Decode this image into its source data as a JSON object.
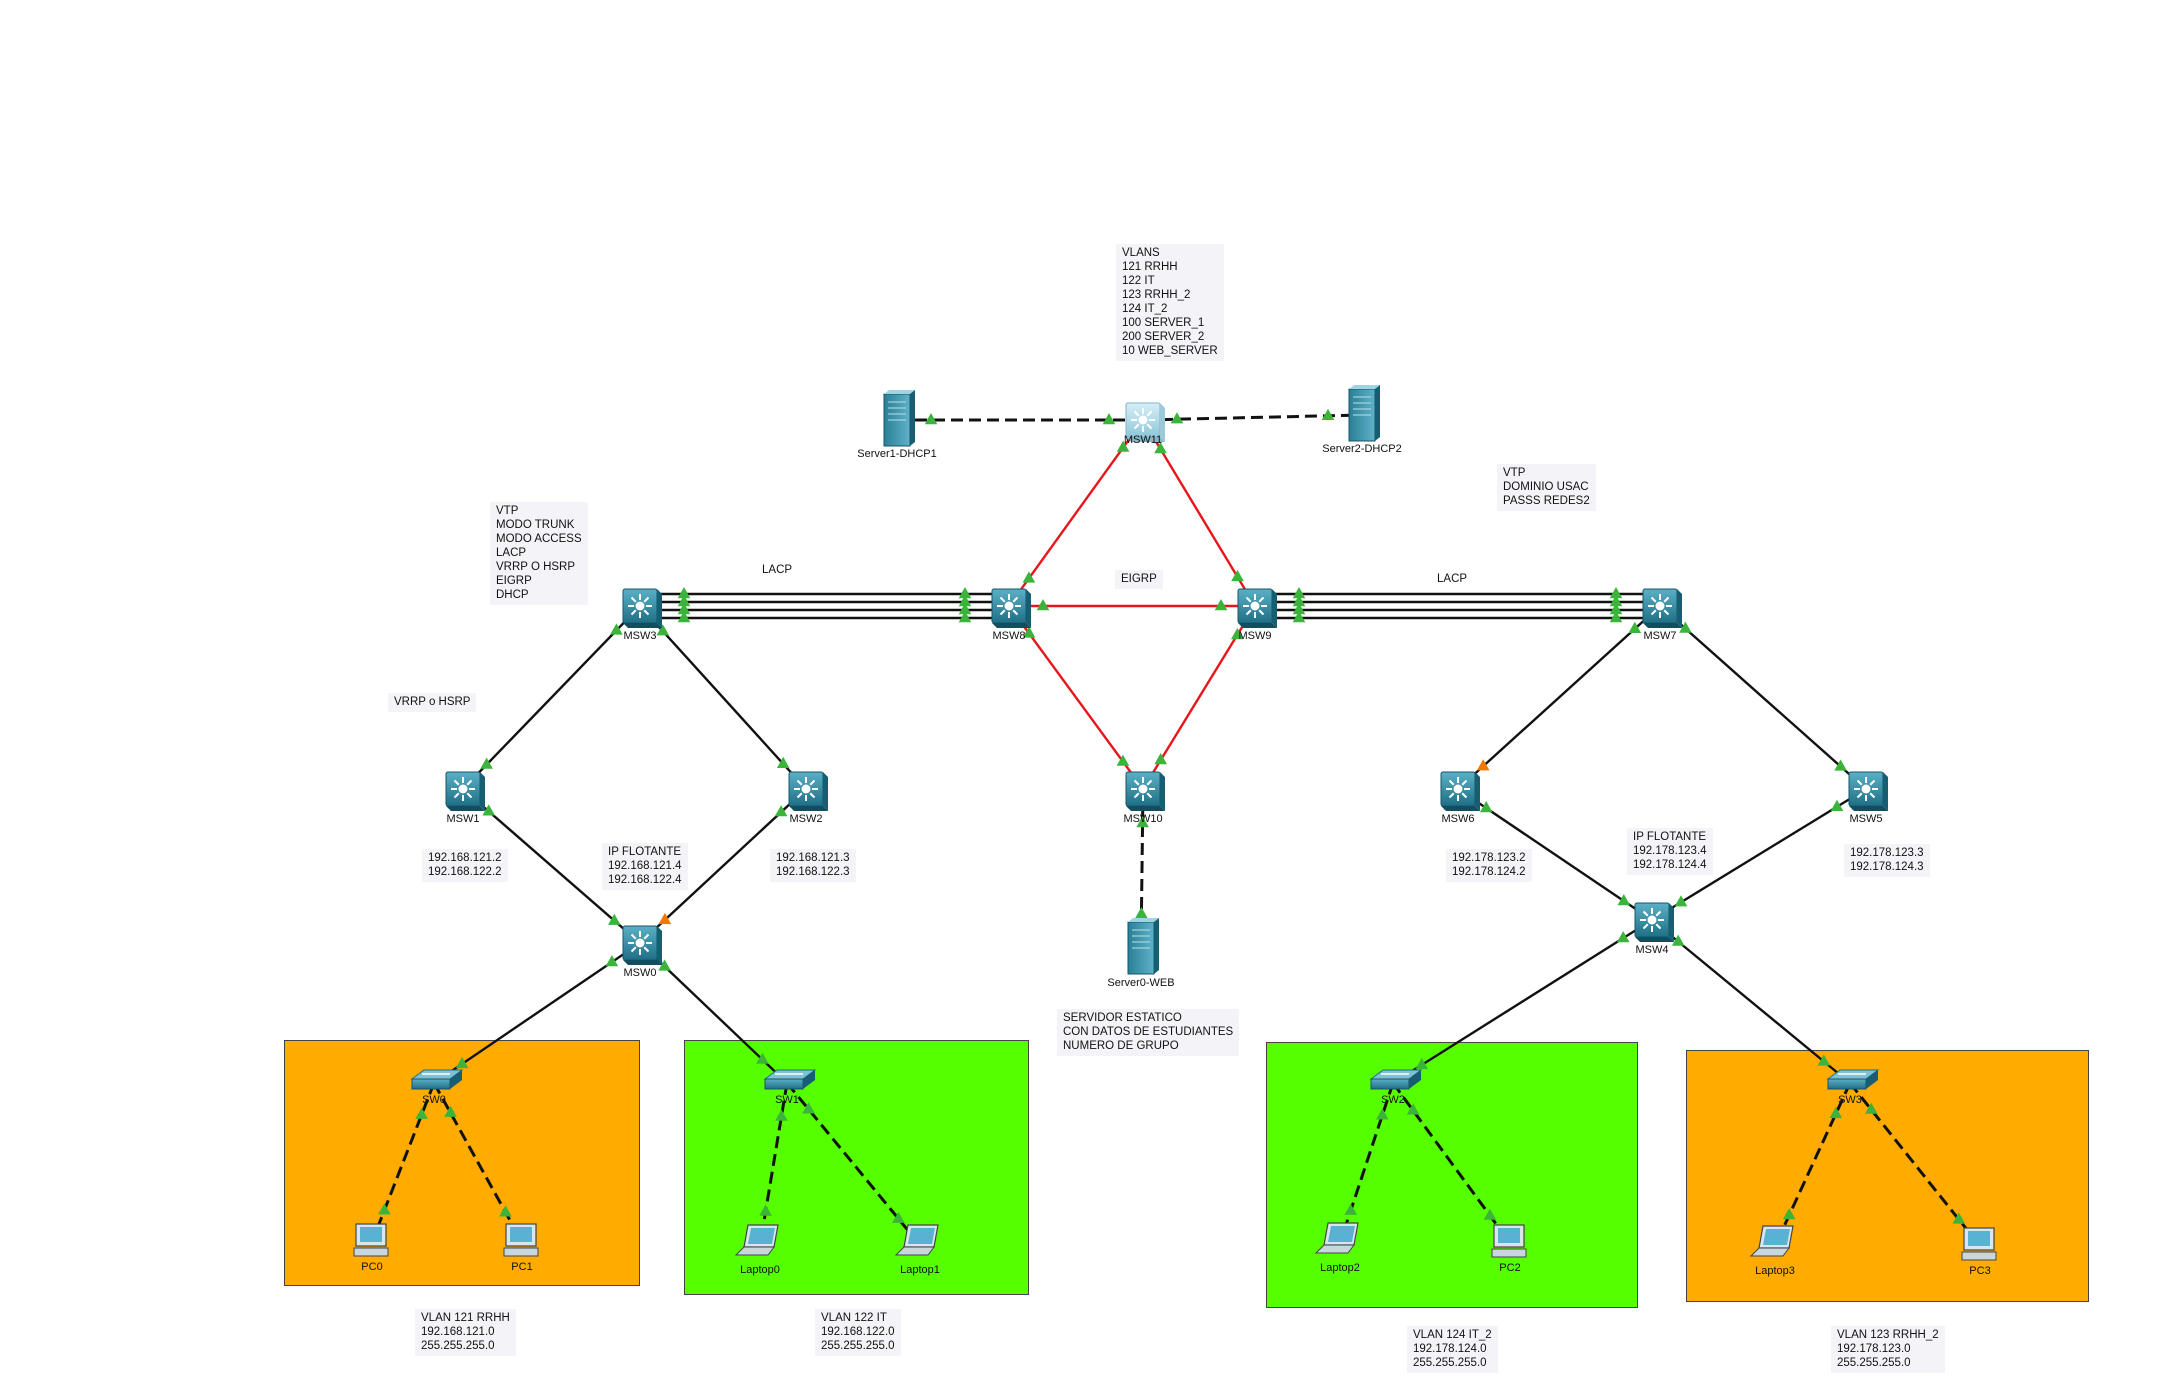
{
  "notes": {
    "vlans": "VLANS\n121 RRHH\n122 IT\n123 RRHH_2\n124 IT_2\n100 SERVER_1\n200 SERVER_2\n10 WEB_SERVER",
    "vtp_left": "VTP\nMODO TRUNK\nMODO ACCESS\nLACP\nVRRP O HSRP\nEIGRP\nDHCP",
    "vtp_right": "VTP\nDOMINIO USAC\nPASSS REDES2",
    "lacp_left": "LACP",
    "lacp_right": "LACP",
    "eigrp": "EIGRP",
    "vrrp_hsrp": "VRRP o HSRP",
    "msw1_ips": "192.168.121.2\n192.168.122.2",
    "float_left": "IP FLOTANTE\n192.168.121.4\n192.168.122.4",
    "msw2_ips": "192.168.121.3\n192.168.122.3",
    "msw6_ips": "192.178.123.2\n192.178.124.2",
    "float_right": "IP FLOTANTE\n192.178.123.4\n192.178.124.4",
    "msw5_ips": "192.178.123.3\n192.178.124.3",
    "server_note": "SERVIDOR ESTATICO\nCON DATOS DE ESTUDIANTES\nNUMERO DE GRUPO",
    "vlan121": "VLAN 121 RRHH\n192.168.121.0\n255.255.255.0",
    "vlan122": "VLAN 122 IT\n192.168.122.0\n255.255.255.0",
    "vlan124": "VLAN 124 IT_2\n192.178.124.0\n255.255.255.0",
    "vlan123": "VLAN 123 RRHH_2\n192.178.123.0\n255.255.255.0"
  },
  "devices": [
    {
      "id": "msw11",
      "label": "MSW11",
      "type": "l3switch-light"
    },
    {
      "id": "server1",
      "label": "Server1-DHCP1",
      "type": "server"
    },
    {
      "id": "server2",
      "label": "Server2-DHCP2",
      "type": "server"
    },
    {
      "id": "msw3",
      "label": "MSW3",
      "type": "l3switch"
    },
    {
      "id": "msw8",
      "label": "MSW8",
      "type": "l3switch"
    },
    {
      "id": "msw9",
      "label": "MSW9",
      "type": "l3switch"
    },
    {
      "id": "msw7",
      "label": "MSW7",
      "type": "l3switch"
    },
    {
      "id": "msw1",
      "label": "MSW1",
      "type": "l3switch"
    },
    {
      "id": "msw2",
      "label": "MSW2",
      "type": "l3switch"
    },
    {
      "id": "msw10",
      "label": "MSW10",
      "type": "l3switch"
    },
    {
      "id": "msw6",
      "label": "MSW6",
      "type": "l3switch"
    },
    {
      "id": "msw5",
      "label": "MSW5",
      "type": "l3switch"
    },
    {
      "id": "msw0",
      "label": "MSW0",
      "type": "l3switch"
    },
    {
      "id": "msw4",
      "label": "MSW4",
      "type": "l3switch"
    },
    {
      "id": "server0",
      "label": "Server0-WEB",
      "type": "server"
    },
    {
      "id": "sw0",
      "label": "SW0",
      "type": "switch"
    },
    {
      "id": "sw1",
      "label": "SW1",
      "type": "switch"
    },
    {
      "id": "sw2",
      "label": "SW2",
      "type": "switch"
    },
    {
      "id": "sw3",
      "label": "SW3",
      "type": "switch"
    },
    {
      "id": "pc0",
      "label": "PC0",
      "type": "pc"
    },
    {
      "id": "pc1",
      "label": "PC1",
      "type": "pc"
    },
    {
      "id": "laptop0",
      "label": "Laptop0",
      "type": "laptop"
    },
    {
      "id": "laptop1",
      "label": "Laptop1",
      "type": "laptop"
    },
    {
      "id": "laptop2",
      "label": "Laptop2",
      "type": "laptop"
    },
    {
      "id": "pc2",
      "label": "PC2",
      "type": "pc"
    },
    {
      "id": "laptop3",
      "label": "Laptop3",
      "type": "laptop"
    },
    {
      "id": "pc3",
      "label": "PC3",
      "type": "pc"
    }
  ],
  "links": [
    {
      "a": "server1",
      "b": "msw11",
      "style": "dashed"
    },
    {
      "a": "msw11",
      "b": "server2",
      "style": "dashed"
    },
    {
      "a": "msw11",
      "b": "msw8",
      "style": "red"
    },
    {
      "a": "msw11",
      "b": "msw9",
      "style": "red"
    },
    {
      "a": "msw8",
      "b": "msw9",
      "style": "red"
    },
    {
      "a": "msw8",
      "b": "msw10",
      "style": "red"
    },
    {
      "a": "msw9",
      "b": "msw10",
      "style": "red"
    },
    {
      "a": "msw3",
      "b": "msw8",
      "style": "lacp"
    },
    {
      "a": "msw9",
      "b": "msw7",
      "style": "lacp"
    },
    {
      "a": "msw3",
      "b": "msw1",
      "style": "solid"
    },
    {
      "a": "msw3",
      "b": "msw2",
      "style": "solid"
    },
    {
      "a": "msw1",
      "b": "msw0",
      "style": "solid"
    },
    {
      "a": "msw2",
      "b": "msw0",
      "style": "solid"
    },
    {
      "a": "msw7",
      "b": "msw6",
      "style": "solid"
    },
    {
      "a": "msw7",
      "b": "msw5",
      "style": "solid"
    },
    {
      "a": "msw6",
      "b": "msw4",
      "style": "solid"
    },
    {
      "a": "msw5",
      "b": "msw4",
      "style": "solid"
    },
    {
      "a": "msw10",
      "b": "server0",
      "style": "dashed"
    },
    {
      "a": "msw0",
      "b": "sw0",
      "style": "solid"
    },
    {
      "a": "msw0",
      "b": "sw1",
      "style": "solid"
    },
    {
      "a": "msw4",
      "b": "sw2",
      "style": "solid"
    },
    {
      "a": "msw4",
      "b": "sw3",
      "style": "solid"
    },
    {
      "a": "sw0",
      "b": "pc0",
      "style": "dashed"
    },
    {
      "a": "sw0",
      "b": "pc1",
      "style": "dashed"
    },
    {
      "a": "sw1",
      "b": "laptop0",
      "style": "dashed"
    },
    {
      "a": "sw1",
      "b": "laptop1",
      "style": "dashed"
    },
    {
      "a": "sw2",
      "b": "laptop2",
      "style": "dashed"
    },
    {
      "a": "sw2",
      "b": "pc2",
      "style": "dashed"
    },
    {
      "a": "sw3",
      "b": "laptop3",
      "style": "dashed"
    },
    {
      "a": "sw3",
      "b": "pc3",
      "style": "dashed"
    }
  ],
  "colors": {
    "orange_area": "#ffab00",
    "green_area": "#55ff00",
    "red_link": "#e8161a",
    "link": "#111111",
    "port_up": "#3cb43c",
    "port_amber": "#f07800",
    "device_blue": "#2a7f96"
  }
}
